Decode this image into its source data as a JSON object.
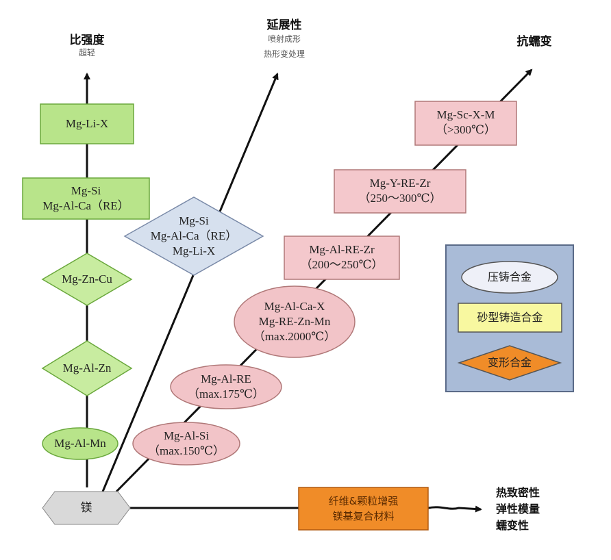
{
  "axes": {
    "strength": {
      "title": "比强度",
      "subtitle": "超轻"
    },
    "ductility": {
      "title": "延展性",
      "subtitle_lines": [
        "喷射成形",
        "热形变处理"
      ]
    },
    "creep": {
      "title": "抗蠕变"
    },
    "composite": {
      "lines": [
        "热致密性",
        "弹性模量",
        "蠕变性"
      ]
    }
  },
  "origin": {
    "label": "镁"
  },
  "strength_nodes": [
    {
      "lines": [
        "Mg-Li-X"
      ]
    },
    {
      "lines": [
        "Mg-Si",
        "Mg-Al-Ca（RE）"
      ]
    },
    {
      "lines": [
        "Mg-Zn-Cu"
      ]
    },
    {
      "lines": [
        "Mg-Al-Zn"
      ]
    },
    {
      "lines": [
        "Mg-Al-Mn"
      ]
    }
  ],
  "ductility_node": {
    "lines": [
      "Mg-Si",
      "Mg-Al-Ca（RE）",
      "Mg-Li-X"
    ]
  },
  "creep_nodes": [
    {
      "lines": [
        "Mg-Al-Si",
        "（max.150℃）"
      ]
    },
    {
      "lines": [
        "Mg-Al-RE",
        "（max.175℃）"
      ]
    },
    {
      "lines": [
        "Mg-Al-Ca-X",
        "Mg-RE-Zn-Mn",
        "（max.2000℃）"
      ]
    },
    {
      "lines": [
        "Mg-Al-RE-Zr",
        "（200～250℃）"
      ]
    },
    {
      "lines": [
        "Mg-Y-RE-Zr",
        "（250～300℃）"
      ]
    },
    {
      "lines": [
        "Mg-Sc-X-M",
        "（>300℃）"
      ]
    }
  ],
  "composite_node": {
    "lines": [
      "纤维&颗粒增强",
      "镁基复合材料"
    ]
  },
  "legend": {
    "items": [
      {
        "label": "压铸合金",
        "shape": "ellipse",
        "color": "#eef0f8"
      },
      {
        "label": "砂型铸造合金",
        "shape": "rect",
        "color": "#f8f8a0"
      },
      {
        "label": "变形合金",
        "shape": "diamond",
        "color": "#f08c28"
      }
    ]
  },
  "colors": {
    "strength_fill": "#b8e48a",
    "strength_stroke": "#6aa83c",
    "ductility_fill": "#d6e0ee",
    "creep_ellipse_fill": "#f2c4c8",
    "creep_rect_fill": "#f4c8cc",
    "composite_fill": "#f08c28",
    "origin_fill": "#d9d9d9",
    "legend_bg": "#a9bbd7"
  }
}
